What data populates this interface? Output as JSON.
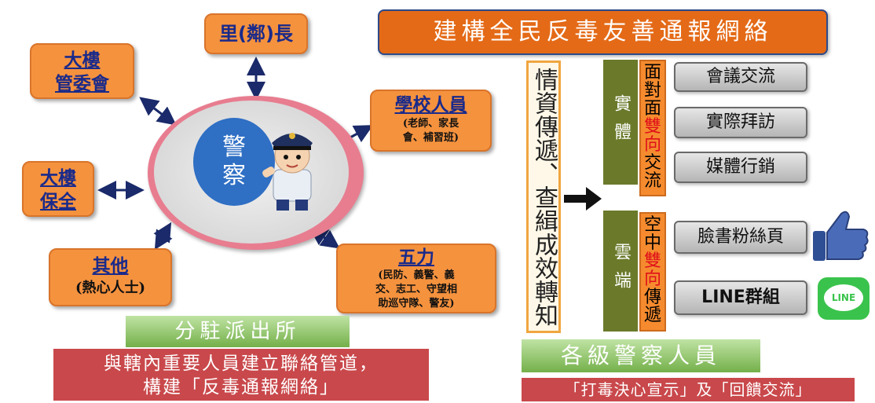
{
  "left": {
    "li_chief": "里(鄰)長",
    "building_committee": [
      "大樓",
      "管委會"
    ],
    "school_title": "學校人員",
    "school_sub": [
      "(老師、家長",
      "會、補習班)"
    ],
    "building_security": [
      "大樓",
      "保全"
    ],
    "police": [
      "警",
      "察"
    ],
    "others_title": "其他",
    "others_sub": "(熱心人士)",
    "five_forces_title": "五力",
    "five_forces_sub": [
      "(民防、義警、義",
      "交、志工、守望相",
      "助巡守隊、警友)"
    ],
    "station_label": "分駐派出所",
    "station_desc": [
      "與轄內重要人員建立聯絡管道，",
      "構建「反毒通報網絡」"
    ]
  },
  "right": {
    "header": "建構全民反毒友善通報網絡",
    "flow_column": "情資傳遞、查緝成效轉知",
    "physical": "實體",
    "face_to_face": [
      "面",
      "對",
      "面",
      "雙",
      "向",
      "交",
      "流"
    ],
    "physical_items": [
      "會議交流",
      "實際拜訪",
      "媒體行銷"
    ],
    "cloud": "雲端",
    "air": [
      "空",
      "中",
      "雙",
      "向",
      "傳",
      "遞"
    ],
    "cloud_items": [
      "臉書粉絲頁",
      "LINE群組"
    ],
    "line_logo": "LINE",
    "police_all_levels": "各級警察人員",
    "bottom_desc": "「打毒決心宣示」及「回饋交流」"
  },
  "colors": {
    "orange_box": "#f5923e",
    "header_orange": "#e46a17",
    "police_blue": "#2f6fc4",
    "ring_pink": "#e87d90",
    "olive": "#6a7a2a",
    "green_bar": "#74b04a",
    "red_bar": "#c9484b",
    "line_green": "#3ac34c",
    "fb_blue": "#3b5ca8"
  }
}
